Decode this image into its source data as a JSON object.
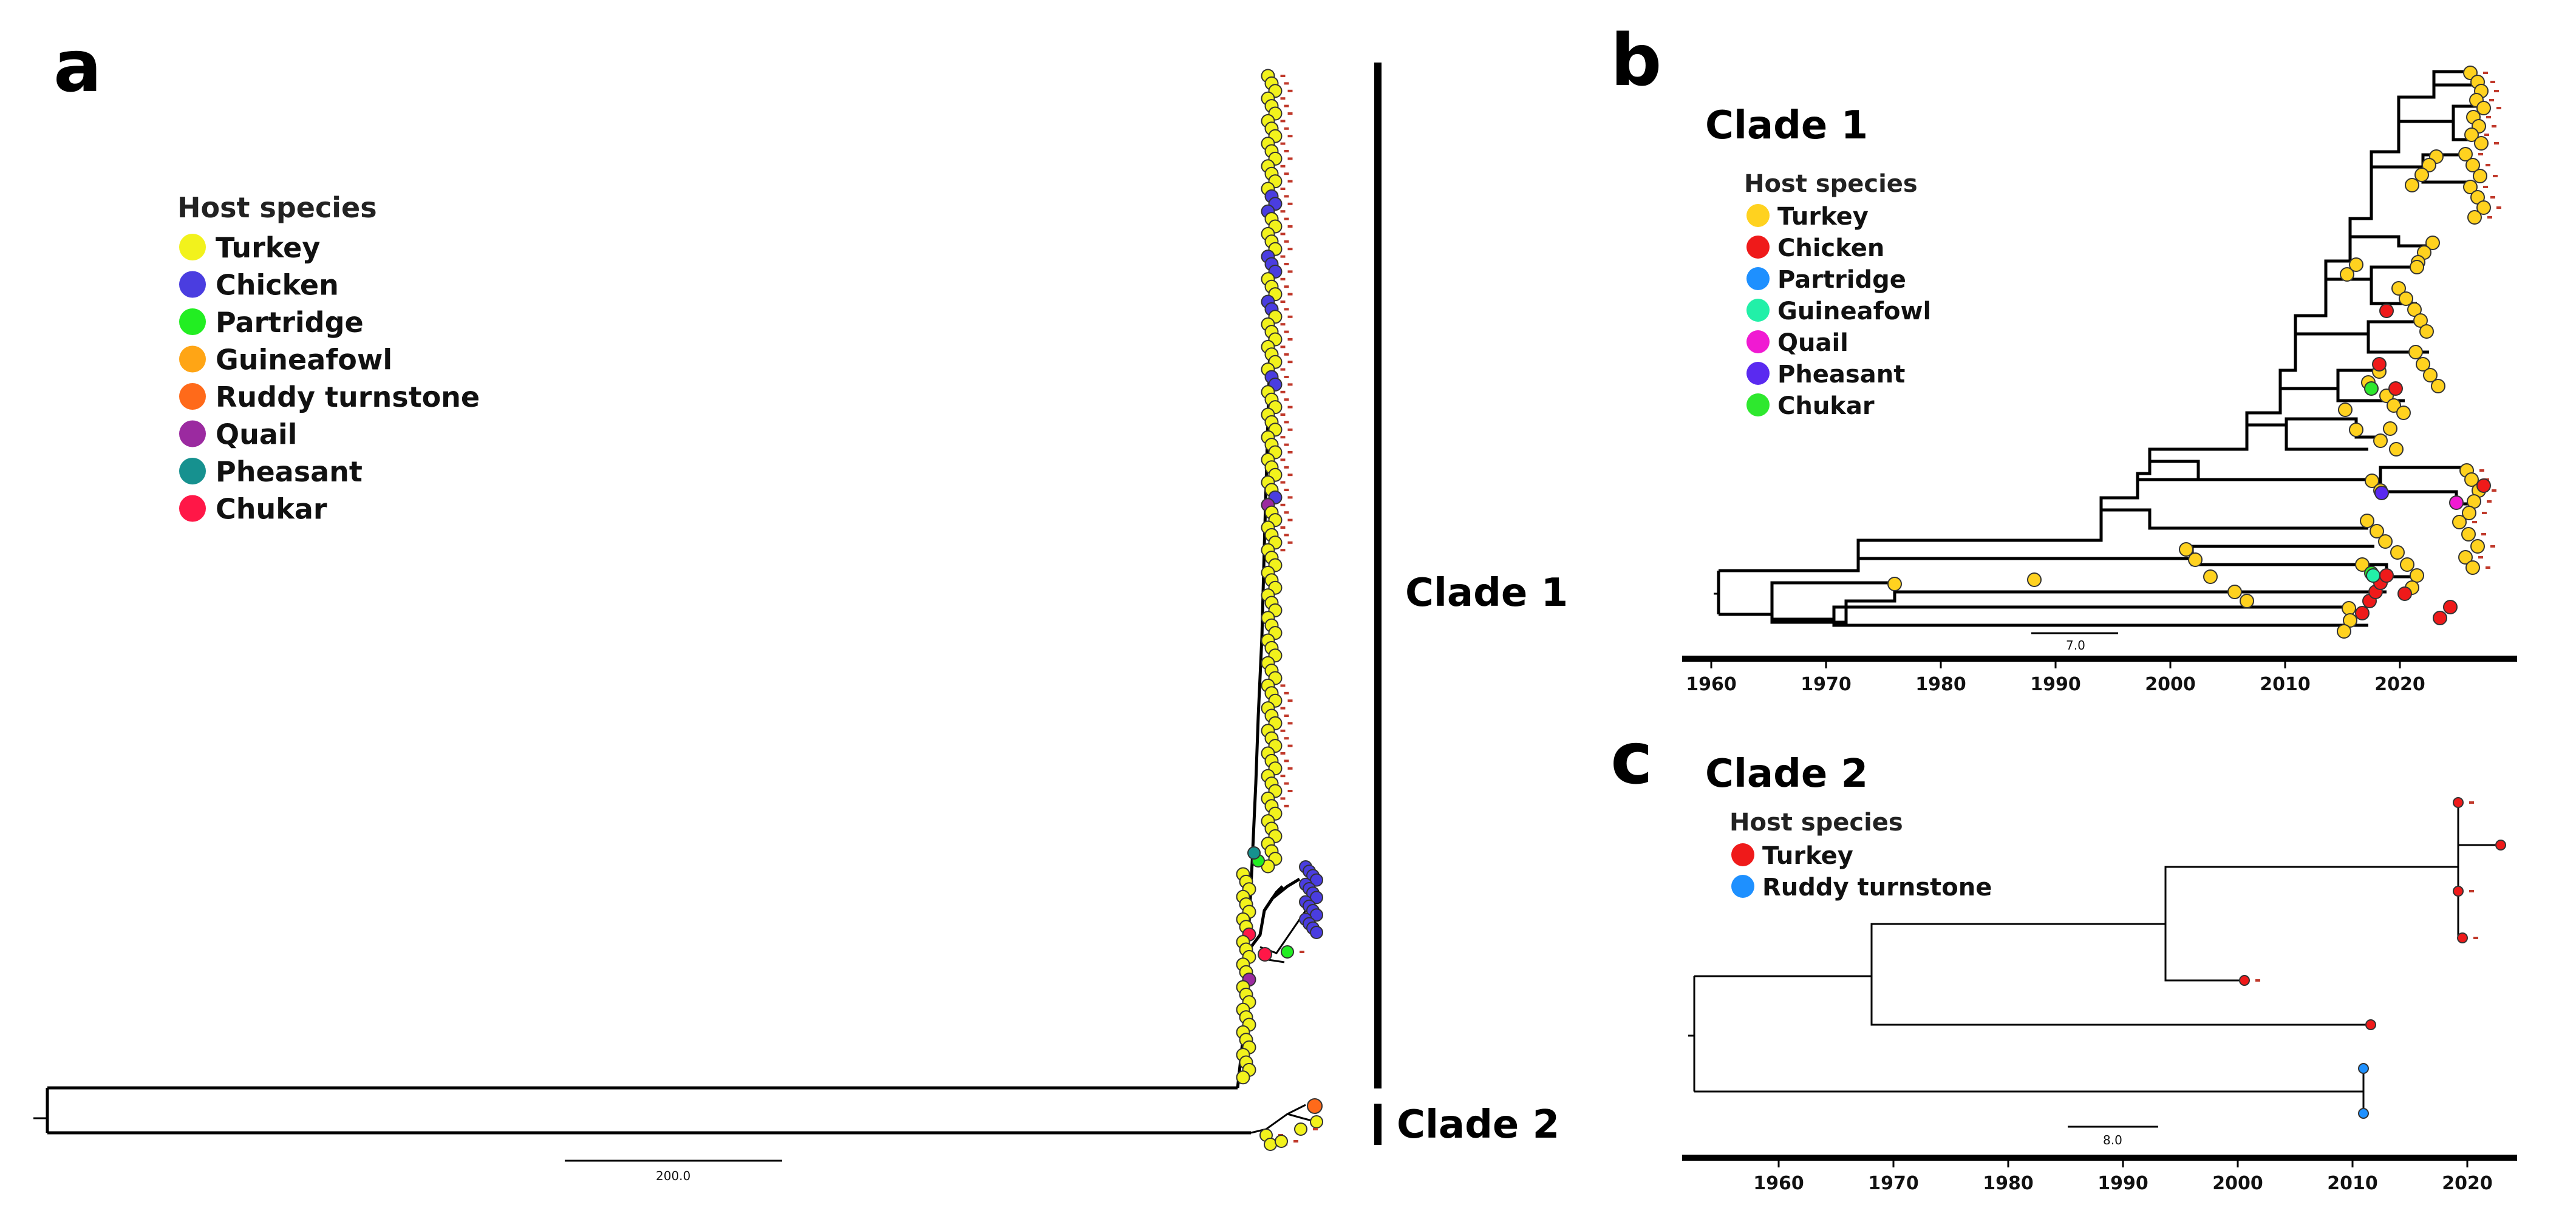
{
  "panels": {
    "a": {
      "letter": "a",
      "legend_title": "Host species",
      "legend": [
        {
          "label": "Turkey",
          "color": "#f2f21c"
        },
        {
          "label": "Chicken",
          "color": "#4a3de0"
        },
        {
          "label": "Partridge",
          "color": "#22ee22"
        },
        {
          "label": "Guineafowl",
          "color": "#ffa515"
        },
        {
          "label": "Ruddy turnstone",
          "color": "#ff6a1a"
        },
        {
          "label": "Quail",
          "color": "#9b2aa0"
        },
        {
          "label": "Pheasant",
          "color": "#16918f"
        },
        {
          "label": "Chukar",
          "color": "#ff1747"
        }
      ],
      "clade_labels": [
        "Clade 1",
        "Clade 2"
      ],
      "scale_bar": "200.0"
    },
    "b": {
      "letter": "b",
      "title": "Clade 1",
      "legend_title": "Host species",
      "legend": [
        {
          "label": "Turkey",
          "color": "#ffd21f"
        },
        {
          "label": "Chicken",
          "color": "#ef1a1a"
        },
        {
          "label": "Partridge",
          "color": "#1e90ff"
        },
        {
          "label": "Guineafowl",
          "color": "#22f0a8"
        },
        {
          "label": "Quail",
          "color": "#f01ad2"
        },
        {
          "label": "Pheasant",
          "color": "#5a2af0"
        },
        {
          "label": "Chukar",
          "color": "#2ee82e"
        }
      ],
      "axis_ticks": [
        "1960",
        "1970",
        "1980",
        "1990",
        "2000",
        "2010",
        "2020"
      ],
      "scale_bar": "7.0"
    },
    "c": {
      "letter": "c",
      "title": "Clade 2",
      "legend_title": "Host species",
      "legend": [
        {
          "label": "Turkey",
          "color": "#ef1a1a"
        },
        {
          "label": "Ruddy turnstone",
          "color": "#1e90ff"
        }
      ],
      "axis_ticks": [
        "1960",
        "1970",
        "1980",
        "1990",
        "2000",
        "2010",
        "2020"
      ],
      "scale_bar": "8.0"
    }
  }
}
